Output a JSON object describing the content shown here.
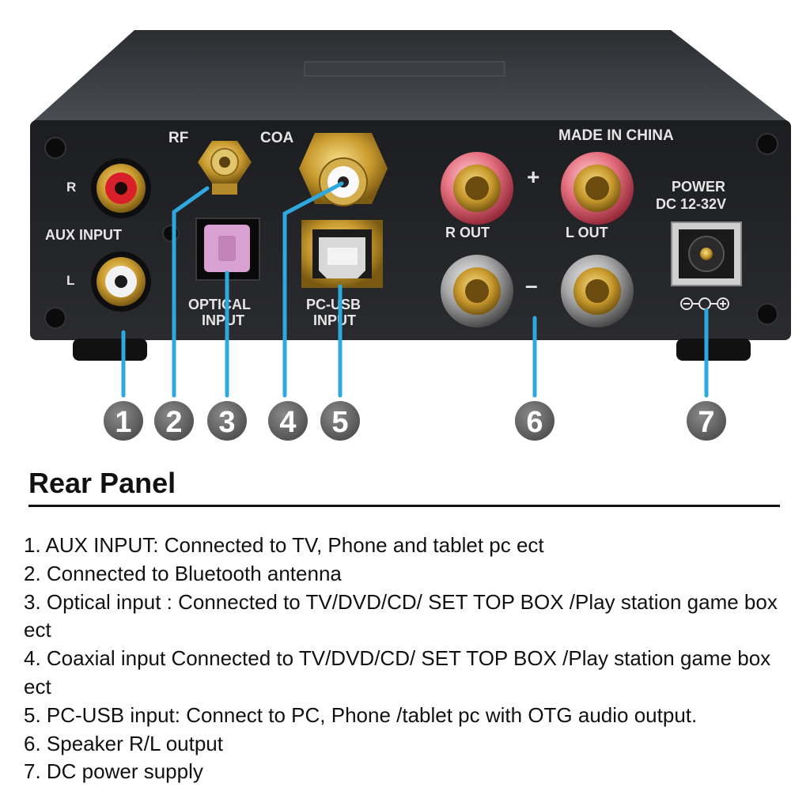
{
  "panel_labels": {
    "rf": "RF",
    "coa": "COA",
    "made_in": "MADE IN CHINA",
    "aux_r": "R",
    "aux_l": "L",
    "aux_input": "AUX INPUT",
    "optical_1": "OPTICAL",
    "optical_2": "INPUT",
    "pcusb_1": "PC-USB",
    "pcusb_2": "INPUT",
    "r_out": "R OUT",
    "l_out": "L OUT",
    "plus": "+",
    "minus": "–",
    "power_1": "POWER",
    "power_2": "DC 12-32V"
  },
  "callouts": [
    "1",
    "2",
    "3",
    "4",
    "5",
    "6",
    "7"
  ],
  "accent_color": "#2ea8df",
  "badge_color": "#6b6b6b",
  "section_title": "Rear Panel",
  "items": [
    "1. AUX INPUT: Connected to TV, Phone and tablet pc ect",
    "2. Connected to Bluetooth antenna",
    "3. Optical input : Connected to TV/DVD/CD/ SET TOP BOX /Play station game box ect",
    "4. Coaxial input Connected to TV/DVD/CD/ SET TOP BOX /Play station game box ect",
    "5. PC-USB input: Connect to PC, Phone /tablet pc with OTG audio output.",
    "6. Speaker R/L output",
    "7. DC power supply"
  ]
}
